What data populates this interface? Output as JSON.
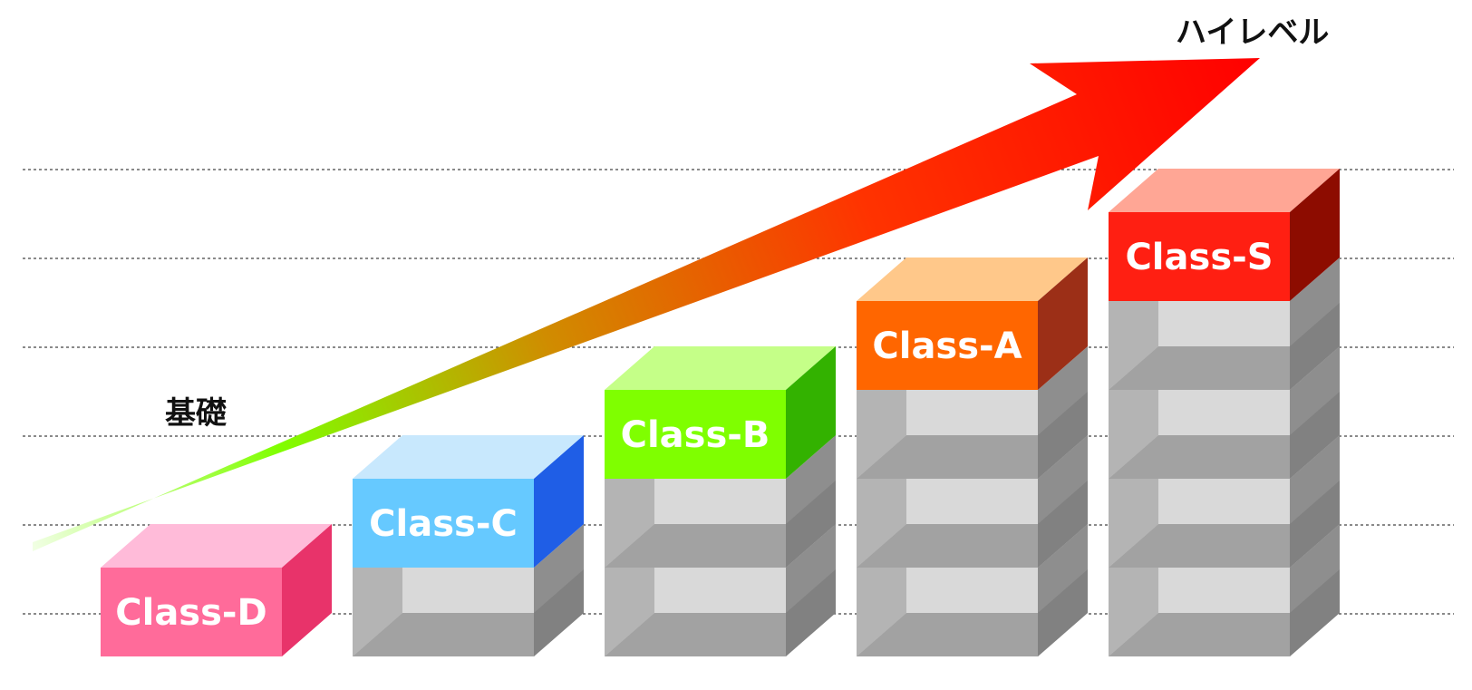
{
  "labels": {
    "high_level": "ハイレベル",
    "foundation": "基礎"
  },
  "levels": [
    {
      "name": "Class-D",
      "stack": 1,
      "front": "#ff6b9a",
      "top": "#ffbbd9",
      "side": "#e8336a"
    },
    {
      "name": "Class-C",
      "stack": 2,
      "front": "#66c9ff",
      "top": "#c8e8fd",
      "side": "#1f5ee6"
    },
    {
      "name": "Class-B",
      "stack": 3,
      "front": "#7fff00",
      "top": "#c5ff88",
      "side": "#33b200"
    },
    {
      "name": "Class-A",
      "stack": 4,
      "front": "#ff6600",
      "top": "#ffc88a",
      "side": "#9c2f17"
    },
    {
      "name": "Class-S",
      "stack": 5,
      "front": "#ff1f12",
      "top": "#ffa695",
      "side": "#8d0c00"
    }
  ],
  "arrow_gradient": [
    "#f1ffe4",
    "#80ff00",
    "#d08c00",
    "#ff3300",
    "#ff0000"
  ],
  "grid_lines": 6
}
